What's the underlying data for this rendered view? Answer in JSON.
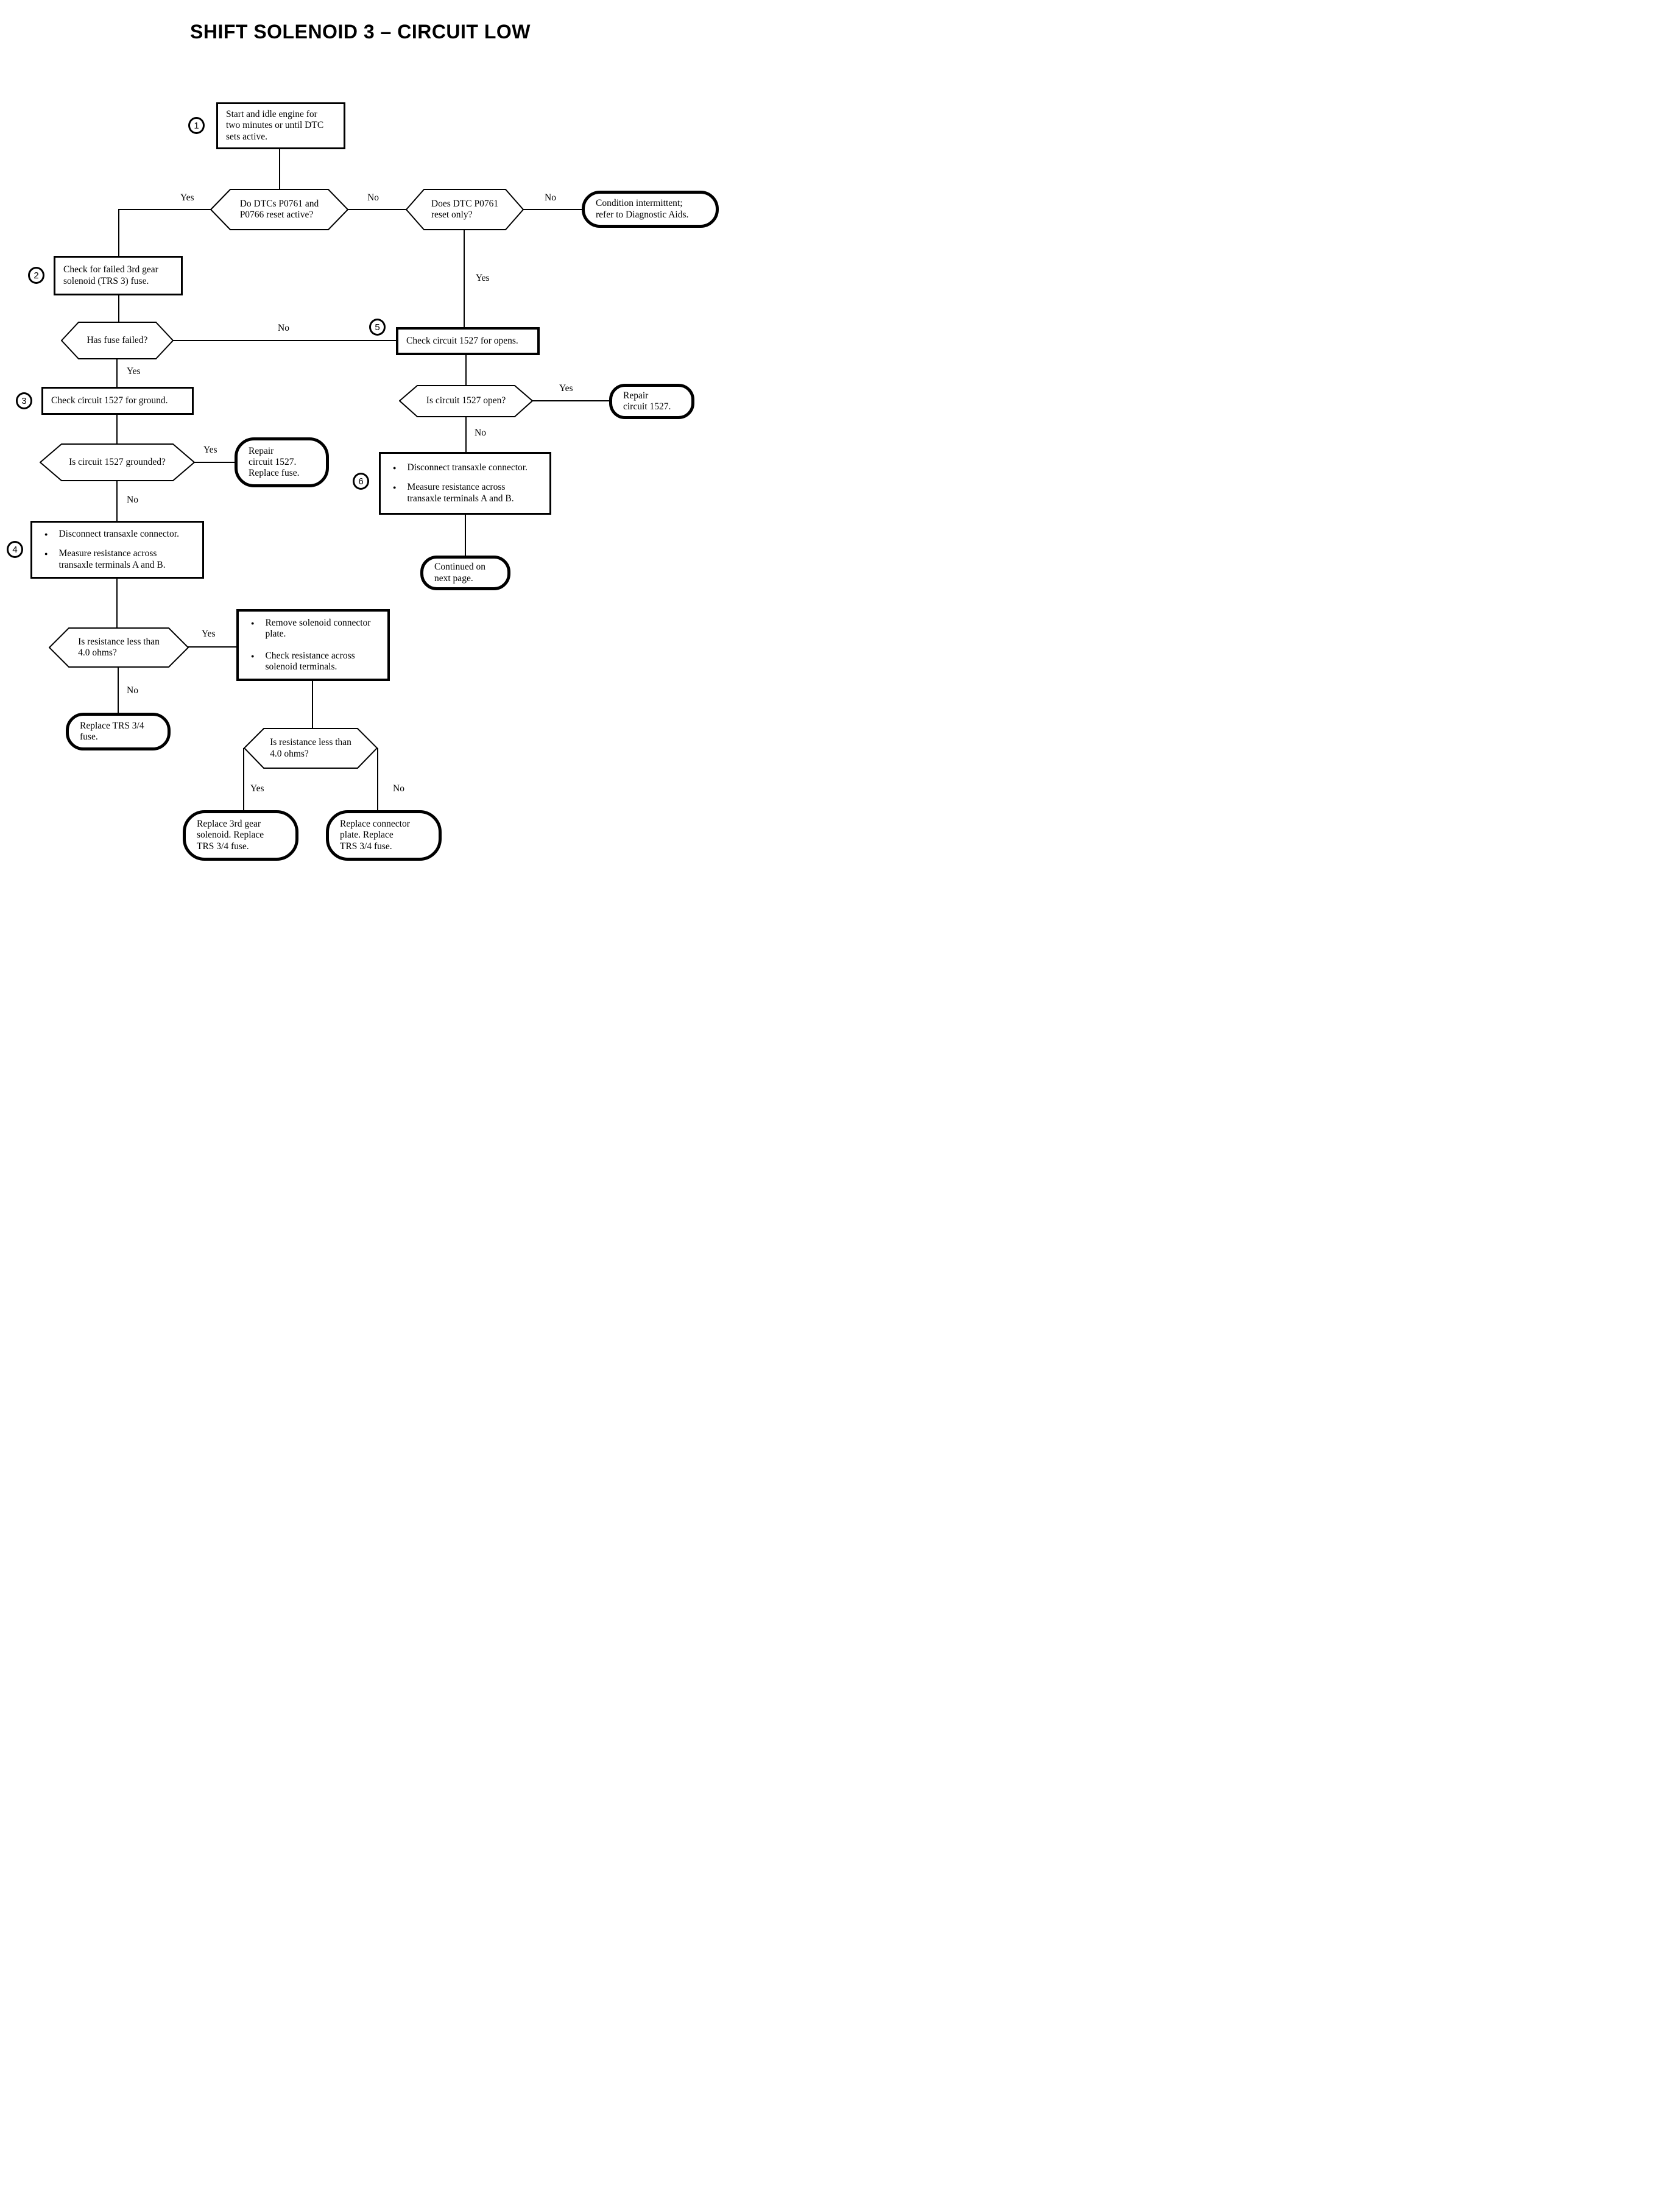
{
  "title": "SHIFT SOLENOID 3 – CIRCUIT LOW",
  "labels": {
    "yes": "Yes",
    "no": "No"
  },
  "steps": [
    "1",
    "2",
    "3",
    "4",
    "5",
    "6"
  ],
  "nodes": {
    "start_idle": {
      "type": "process",
      "text": "Start and idle engine for\ntwo minutes or until DTC\nsets active."
    },
    "dtc_reset_active": {
      "type": "decision",
      "text": "Do DTCs P0761 and\nP0766 reset active?"
    },
    "dtc_p0761_only": {
      "type": "decision",
      "text": "Does DTC P0761\nreset only?"
    },
    "condition_intermittent": {
      "type": "terminal",
      "text": "Condition intermittent;\nrefer to Diagnostic Aids."
    },
    "check_fuse": {
      "type": "process",
      "text": "Check for failed 3rd gear\nsolenoid (TRS 3) fuse."
    },
    "has_fuse_failed": {
      "type": "decision",
      "text": "Has fuse failed?"
    },
    "check_opens": {
      "type": "process",
      "text": "Check circuit 1527 for opens."
    },
    "check_ground": {
      "type": "process",
      "text": "Check circuit 1527 for ground."
    },
    "circuit_open": {
      "type": "decision",
      "text": "Is circuit 1527 open?"
    },
    "repair_circuit": {
      "type": "terminal",
      "text": "Repair\ncircuit 1527."
    },
    "circuit_grounded": {
      "type": "decision",
      "text": "Is circuit 1527 grounded?"
    },
    "repair_replace_fuse": {
      "type": "terminal",
      "text": "Repair\ncircuit 1527.\nReplace fuse."
    },
    "transaxle_check_6": {
      "type": "process",
      "bullets": [
        "Disconnect transaxle connector.",
        "Measure resistance across\ntransaxle terminals A and B."
      ]
    },
    "transaxle_check_4": {
      "type": "process",
      "bullets": [
        "Disconnect transaxle connector.",
        "Measure resistance across\ntransaxle terminals A and B."
      ]
    },
    "continued": {
      "type": "terminal",
      "text": "Continued on\nnext page."
    },
    "resistance_less_1": {
      "type": "decision",
      "text": "Is resistance less than\n4.0 ohms?"
    },
    "remove_plate": {
      "type": "process",
      "bullets": [
        "Remove solenoid connector\nplate.",
        "Check resistance across\nsolenoid terminals."
      ]
    },
    "replace_trs_fuse": {
      "type": "terminal",
      "text": "Replace TRS 3/4\nfuse."
    },
    "resistance_less_2": {
      "type": "decision",
      "text": "Is resistance less than\n4.0 ohms?"
    },
    "replace_solenoid": {
      "type": "terminal",
      "text": "Replace 3rd gear\nsolenoid. Replace\nTRS 3/4 fuse."
    },
    "replace_plate": {
      "type": "terminal",
      "text": "Replace connector\nplate. Replace\nTRS 3/4 fuse."
    }
  }
}
